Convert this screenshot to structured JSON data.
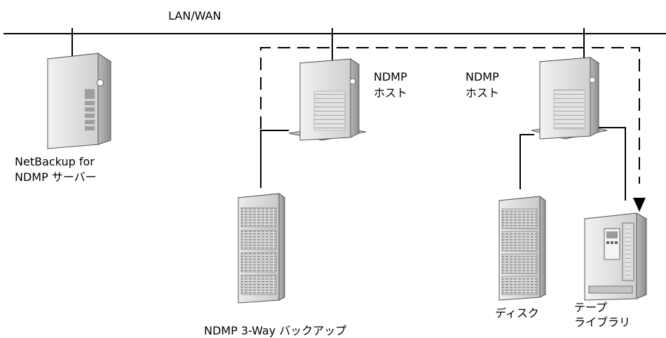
{
  "network": {
    "label": "LAN/WAN"
  },
  "nodes": {
    "netbackup_server": {
      "line1": "NetBackup for",
      "line2": "NDMP サーバー"
    },
    "ndmp_host_1": {
      "line1": "NDMP",
      "line2": "ホスト"
    },
    "ndmp_host_2": {
      "line1": "NDMP",
      "line2": "ホスト"
    },
    "disk": {
      "label": "ディスク"
    },
    "tape_library": {
      "line1": "テープ",
      "line2": "ライブラリ"
    },
    "bottom_partial": {
      "label": "NDMP 3-Way バックアップ"
    }
  }
}
